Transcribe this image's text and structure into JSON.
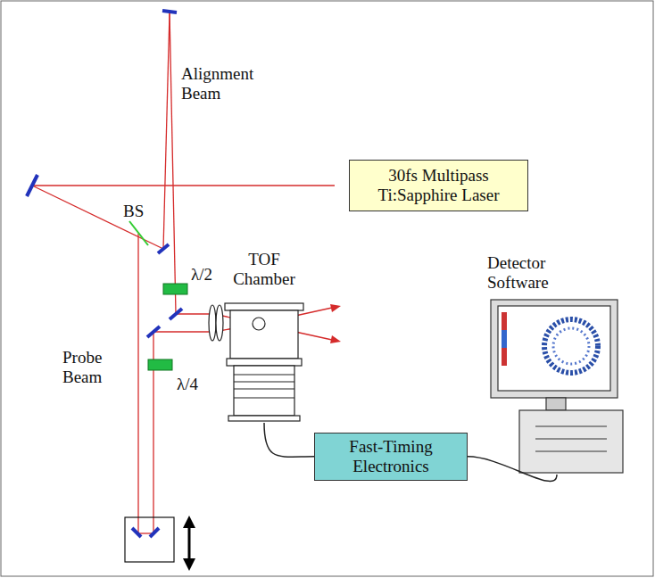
{
  "diagram": {
    "nodes": [
      {
        "text": [
          "30fs Multipass Ti:Sapphire Laser"
        ]
      },
      {
        "text": [
          "TOF Chamber"
        ]
      },
      {
        "text": [
          "Fast-Timing Electronics"
        ]
      },
      {
        "text": [
          "Detector Software"
        ]
      }
    ],
    "edges": [
      {
        "from": 1,
        "to": 2,
        "arrow": "none"
      },
      {
        "from": 2,
        "to": 3,
        "arrow": "none"
      }
    ],
    "labels": [
      "Alignment Beam",
      "BS",
      "λ/2",
      "Probe Beam",
      "λ/4"
    ]
  }
}
